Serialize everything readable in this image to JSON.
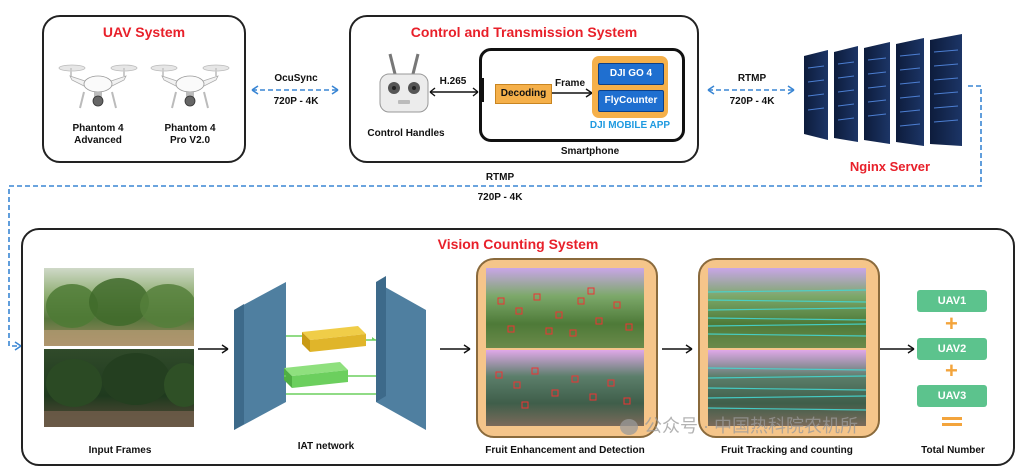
{
  "uav_system": {
    "title": "UAV System",
    "drones": [
      {
        "label_line1": "Phantom 4",
        "label_line2": "Advanced",
        "icon": "drone-icon"
      },
      {
        "label_line1": "Phantom 4",
        "label_line2": "Pro V2.0",
        "icon": "drone-icon"
      }
    ]
  },
  "link_uav_control": {
    "protocol": "OcuSync",
    "resolution": "720P - 4K"
  },
  "control_system": {
    "title": "Control and Transmission System",
    "handles_label": "Control Handles",
    "codec_label": "H.265",
    "decoding_label": "Decoding",
    "frame_label": "Frame",
    "app_buttons": [
      "DJI GO 4",
      "FlyCounter"
    ],
    "app_label": "DJI MOBILE APP",
    "smartphone_label": "Smartphone"
  },
  "link_control_server": {
    "protocol": "RTMP",
    "resolution": "720P - 4K"
  },
  "server": {
    "label": "Nginx Server",
    "icon": "server-rack-icon"
  },
  "link_server_vision": {
    "protocol": "RTMP",
    "resolution": "720P - 4K"
  },
  "vision_system": {
    "title": "Vision Counting System",
    "stages": [
      {
        "label": "Input Frames"
      },
      {
        "label": "IAT network"
      },
      {
        "label": "Fruit Enhancement and Detection"
      },
      {
        "label": "Fruit Tracking and counting"
      },
      {
        "label": "Total Number"
      }
    ],
    "uav_outputs": [
      "UAV1",
      "UAV2",
      "UAV3"
    ]
  },
  "watermark": "公众号 · 中国热科院农机所",
  "colors": {
    "title_red": "#e8202a",
    "link_blue": "#3a86d4",
    "app_orange": "#f5b04a",
    "app_blue": "#1f6fd0",
    "uav_green": "#5cc38d",
    "iat_blue": "#4f7fa0",
    "iat_yellow": "#e0b52a",
    "iat_green": "#6ccf5e"
  }
}
